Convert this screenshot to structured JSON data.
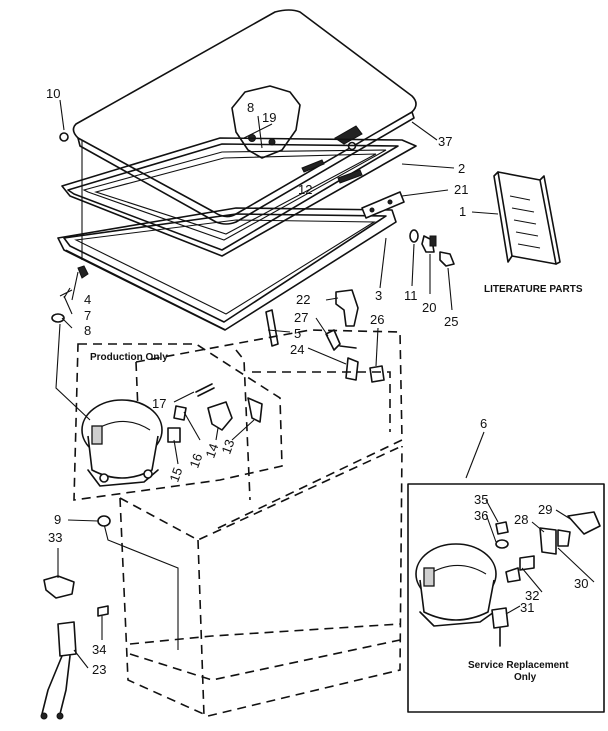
{
  "callouts": {
    "c1": "1",
    "c2": "2",
    "c3": "3",
    "c4": "4",
    "c5": "5",
    "c6": "6",
    "c7": "7",
    "c8a": "8",
    "c8b": "8",
    "c9": "9",
    "c10": "10",
    "c11": "11",
    "c12": "12",
    "c13": "13",
    "c14": "14",
    "c15": "15",
    "c16": "16",
    "c17": "17",
    "c19": "19",
    "c20": "20",
    "c21": "21",
    "c22": "22",
    "c23": "23",
    "c24": "24",
    "c25": "25",
    "c26": "26",
    "c27": "27",
    "c28": "28",
    "c29": "29",
    "c30": "30",
    "c31": "31",
    "c32": "32",
    "c33": "33",
    "c34": "34",
    "c35": "35",
    "c36": "36",
    "c37": "37"
  },
  "labels": {
    "production_only": "Production Only",
    "literature_parts": "LITERATURE PARTS",
    "service_replacement_line1": "Service Replacement",
    "service_replacement_line2": "Only"
  }
}
